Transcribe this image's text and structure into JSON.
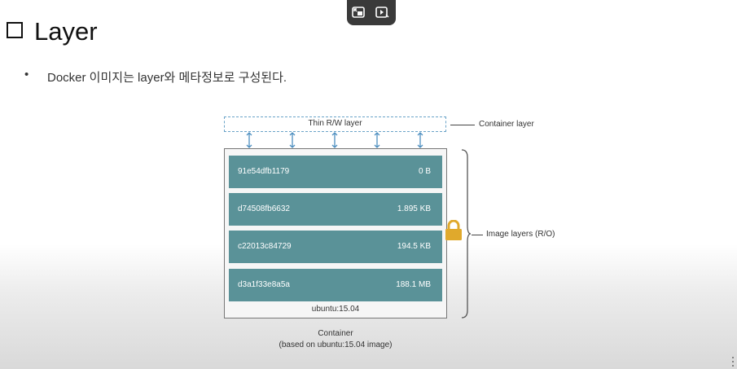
{
  "slide": {
    "title": "Layer",
    "bullet": "Docker 이미지는 layer와 메타정보로 구성된다."
  },
  "video_controls": {
    "buttons": [
      "picture-in-picture-icon",
      "miniplayer-icon"
    ]
  },
  "diagram": {
    "thin_layer_label": "Thin R/W layer",
    "container_layer_label": "Container layer",
    "image_layers_label": "Image layers (R/O)",
    "layers": [
      {
        "id": "91e54dfb1179",
        "size": "0 B"
      },
      {
        "id": "d74508fb6632",
        "size": "1.895 KB"
      },
      {
        "id": "c22013c84729",
        "size": "194.5 KB"
      },
      {
        "id": "d3a1f33e8a5a",
        "size": "188.1 MB"
      }
    ],
    "base_image": "ubuntu:15.04",
    "caption_line1": "Container",
    "caption_line2": "(based on ubuntu:15.04 image)",
    "colors": {
      "layer_fill": "#5a9298",
      "thin_layer_border": "#6aa3c8",
      "lock": "#e0a92c"
    }
  }
}
